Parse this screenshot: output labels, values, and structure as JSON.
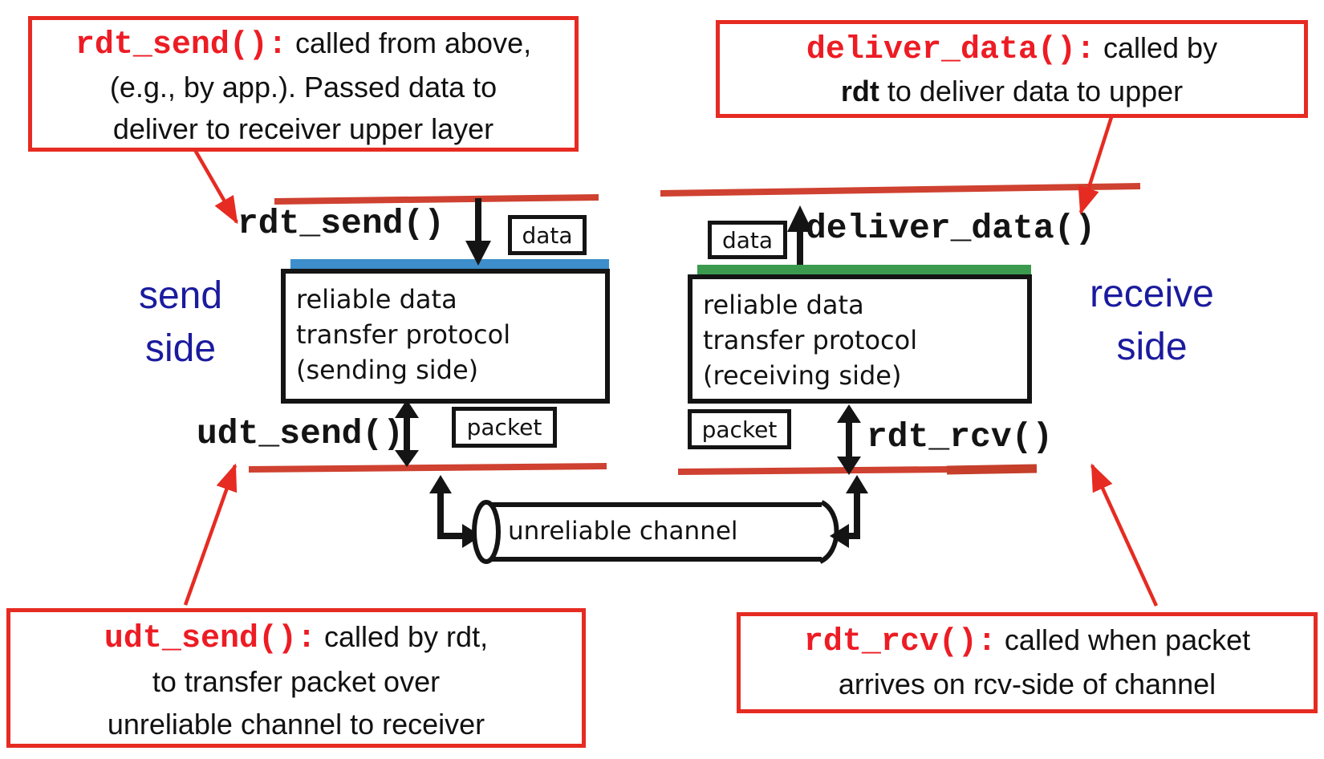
{
  "callouts": {
    "top_left": {
      "code": "rdt_send():",
      "line1_rest": " called from above,",
      "line2": "(e.g., by app.). Passed data to",
      "line3": "deliver to receiver upper layer"
    },
    "top_right": {
      "code": "deliver_data():",
      "line1_rest": " called by",
      "line2_bold": "rdt",
      "line2_rest": " to deliver data to upper"
    },
    "bottom_left": {
      "code": "udt_send():",
      "line1_rest": " called by rdt,",
      "line2": "to transfer packet over",
      "line3": "unreliable channel to receiver"
    },
    "bottom_right": {
      "code": "rdt_rcv():",
      "line1_rest": " called when packet",
      "line2": "arrives on rcv-side of channel"
    }
  },
  "protocol_boxes": {
    "sending": {
      "line1": "reliable data",
      "line2": "transfer protocol",
      "line3": "(sending side)"
    },
    "receiving": {
      "line1": "reliable data",
      "line2": "transfer protocol",
      "line3": "(receiving side)"
    }
  },
  "labels": {
    "rdt_send": "rdt_send()",
    "deliver_data": "deliver_data()",
    "udt_send": "udt_send()",
    "rdt_rcv": "rdt_rcv()",
    "data_left": "data",
    "data_right": "data",
    "packet_left": "packet",
    "packet_right": "packet",
    "send_side_line1": "send",
    "send_side_line2": "side",
    "receive_side_line1": "receive",
    "receive_side_line2": "side",
    "unreliable_channel": "unreliable channel"
  },
  "colors": {
    "accent_red": "#e62b22",
    "code_red": "#ed1c24",
    "separator_red": "#cf4130",
    "shadow_blue": "#3d8ecb",
    "shadow_green": "#3b9a4e",
    "side_label_navy": "#1b1b9e",
    "line_black": "#141414"
  }
}
